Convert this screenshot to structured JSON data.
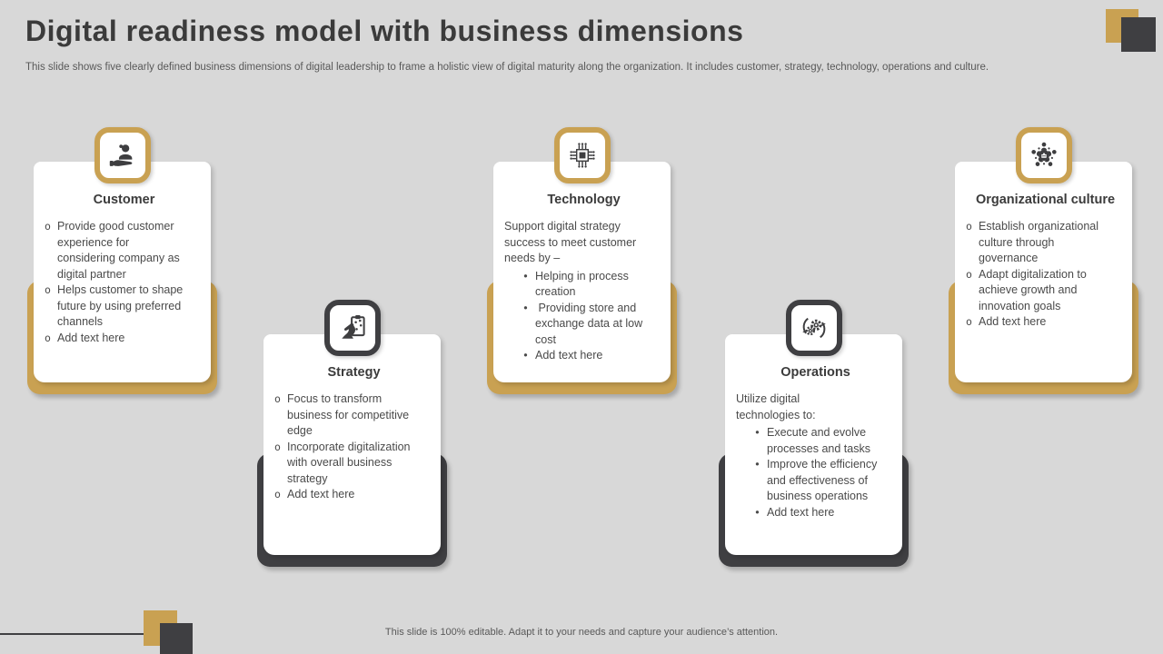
{
  "slide": {
    "title": "Digital readiness model with business dimensions",
    "subtitle": "This slide shows five clearly defined business dimensions of digital leadership to frame a holistic view of digital maturity along the organization. It includes customer, strategy, technology, operations and culture.",
    "footer": "This slide is 100% editable. Adapt it to your needs and capture your audience’s attention."
  },
  "colors": {
    "background": "#D8D8D8",
    "accent_gold": "#C9A152",
    "accent_dark": "#3F3F42",
    "card_background": "#FFFFFF",
    "title_text": "#3B3B3B",
    "body_text": "#4A4A4A",
    "muted_text": "#595959"
  },
  "cards": [
    {
      "name": "Customer",
      "accent": "gold",
      "icon": "customer-care-icon",
      "bullet_char": "o",
      "intro": "",
      "bullets": [
        "Provide good customer experience for considering company as digital partner",
        "Helps customer to shape future by using preferred channels",
        "Add text here"
      ]
    },
    {
      "name": "Strategy",
      "accent": "dark",
      "icon": "strategy-knight-icon",
      "bullet_char": "o",
      "intro": "",
      "bullets": [
        "Focus to transform business for competitive edge",
        "Incorporate digitalization with overall business strategy",
        "Add text here"
      ]
    },
    {
      "name": "Technology",
      "accent": "gold",
      "icon": "cpu-chip-icon",
      "bullet_char": "•",
      "intro": "Support digital strategy success to meet customer needs by –",
      "bullets": [
        "Helping in process creation",
        " Providing store and exchange data at low cost",
        "Add text here"
      ]
    },
    {
      "name": "Operations",
      "accent": "dark",
      "icon": "gears-cycle-icon",
      "bullet_char": "•",
      "intro": "Utilize digital technologies to:",
      "bullets": [
        "Execute and evolve processes and tasks",
        "Improve the efficiency and effectiveness of business operations",
        "Add text here"
      ]
    },
    {
      "name": "Organizational culture",
      "accent": "gold",
      "icon": "org-culture-icon",
      "bullet_char": "o",
      "intro": "",
      "bullets": [
        "Establish organizational culture through governance",
        "Adapt digitalization to achieve growth and innovation goals",
        "Add text here"
      ]
    }
  ]
}
